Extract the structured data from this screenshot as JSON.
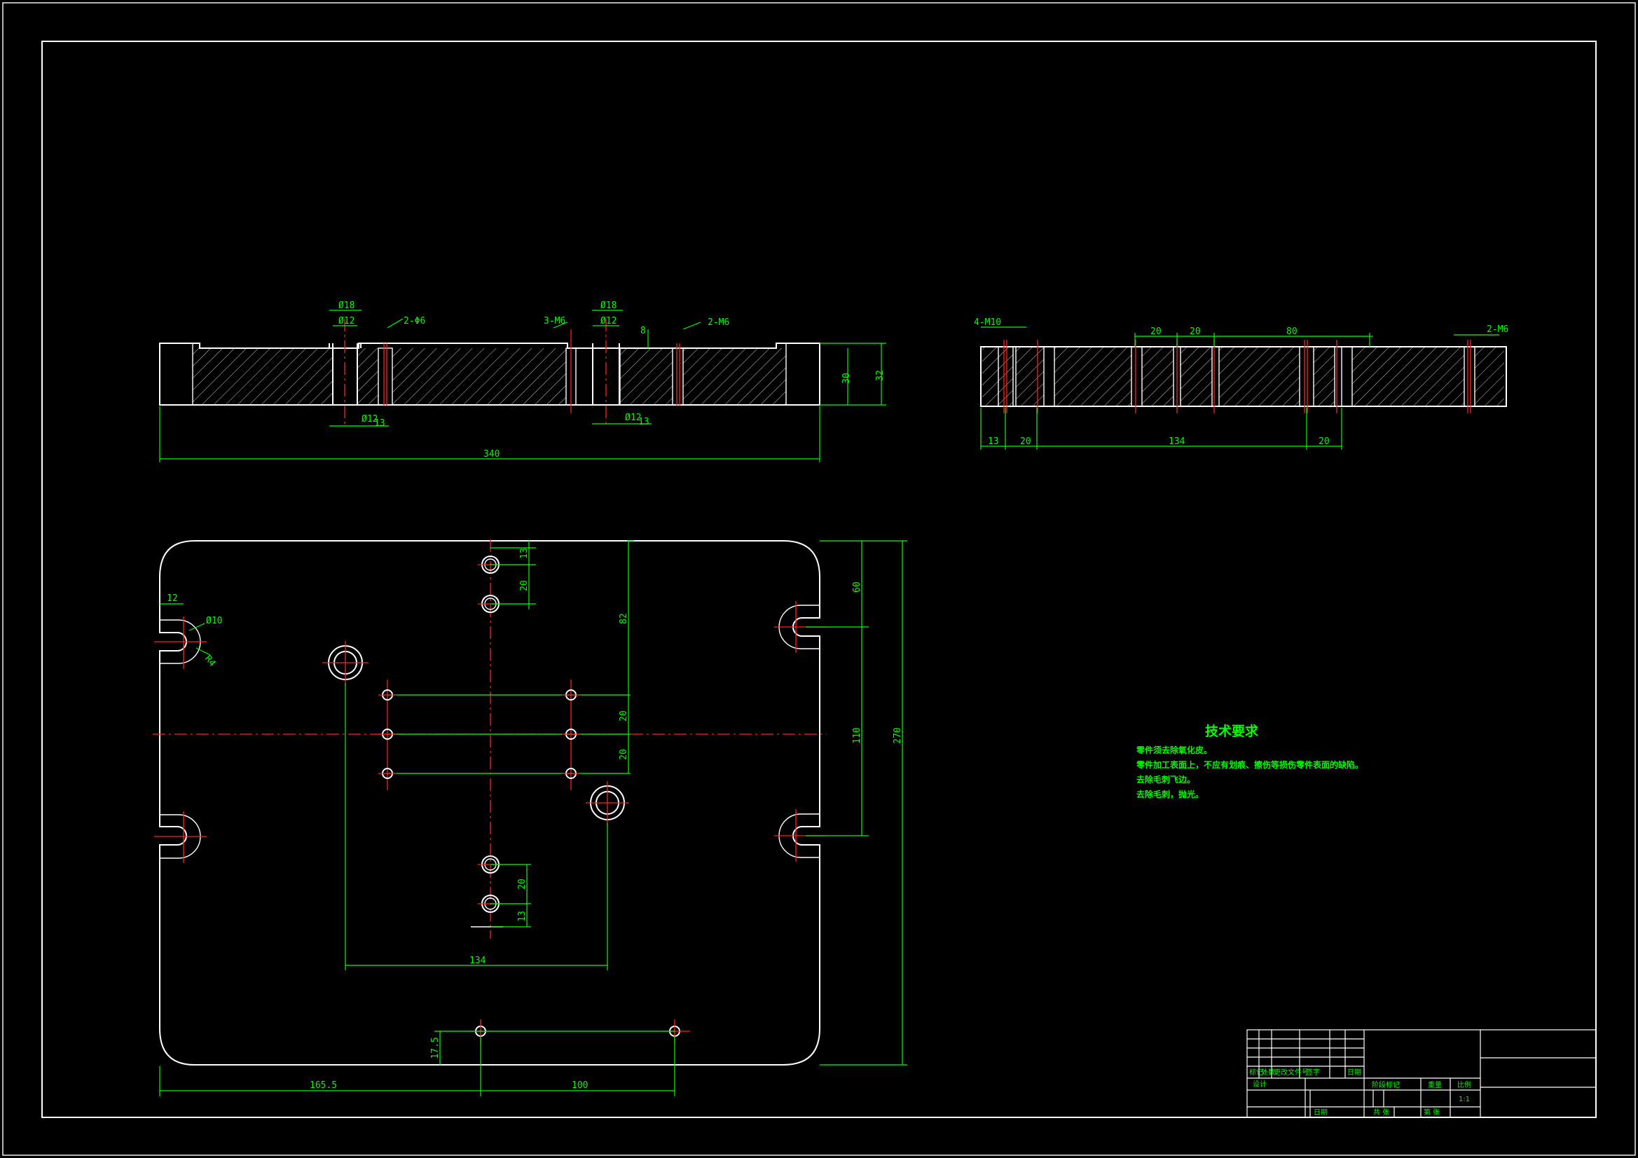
{
  "front_view": {
    "overall_length": "340",
    "bore_left_top": "Ø18",
    "bore_left_inner": "Ø12",
    "bore_left_bottom": "Ø12",
    "bore_left_depth": "13",
    "bore_right_top": "Ø18",
    "bore_right_inner": "Ø12",
    "bore_right_bottom": "Ø12",
    "bore_right_depth": "13",
    "hole_label_1": "2-Φ6",
    "hole_label_2": "3-M6",
    "hole_label_3": "2-M6",
    "depth_label": "8",
    "thickness_1": "30",
    "thickness_2": "32"
  },
  "side_view": {
    "label_left": "4-M10",
    "label_right": "2-M6",
    "top_dim_1": "20",
    "top_dim_2": "20",
    "top_dim_3": "80",
    "bottom_dim_1": "13",
    "bottom_dim_2": "20",
    "bottom_dim_3": "134",
    "bottom_dim_4": "20"
  },
  "plan_view": {
    "slot_width": "12",
    "slot_dia": "Ø10",
    "slot_radius": "R4",
    "dim_top_13": "13",
    "dim_top_20": "20",
    "dim_82": "82",
    "dim_20a": "20",
    "dim_20b": "20",
    "dim_bot_20": "20",
    "dim_bot_13": "13",
    "dim_134": "134",
    "dim_60": "60",
    "dim_110": "110",
    "dim_270": "270",
    "dim_17_5": "17.5",
    "dim_165_5": "165.5",
    "dim_100": "100"
  },
  "technical_requirements": {
    "title": "技术要求",
    "lines": [
      "零件须去除氧化皮。",
      "零件加工表面上，不应有划痕、擦伤等损伤零件表面的缺陷。",
      "去除毛刺飞边。",
      "去除毛刺，抛光。"
    ]
  },
  "title_block": {
    "mark": "标记",
    "count": "处数",
    "change_doc": "更改文件号",
    "signature": "签字",
    "date": "日期",
    "design": "设计",
    "stage_mark": "阶段标记",
    "weight": "重量",
    "scale": "比例",
    "scale_value": "1:1",
    "review": "日期",
    "total": "共 张",
    "sheet": "第 张"
  },
  "colors": {
    "outline": "#ffffff",
    "dimension": "#00ff00",
    "centerline": "#ff2020",
    "background": "#000000"
  }
}
